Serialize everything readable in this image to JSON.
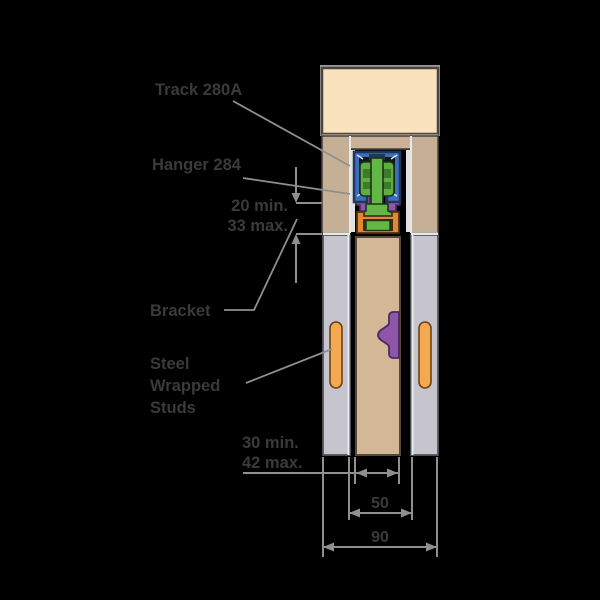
{
  "diagram": {
    "type": "pocket-door track cross-section",
    "labels": {
      "track": "Track 280A",
      "hanger": "Hanger 284",
      "clearance_min": "20 min.",
      "clearance_max": "33 max.",
      "bracket": "Bracket",
      "studs_line1": "Steel",
      "studs_line2": "Wrapped",
      "studs_line3": "Studs",
      "door_min": "30 min.",
      "door_max": "42 max.",
      "pocket_width": "50",
      "wall_width": "90"
    },
    "colors": {
      "background": "#000000",
      "header_fill": "#fae2bd",
      "wood_fill": "#c6b095",
      "door_fill": "#d3b797",
      "steel_fill": "#c6c5cd",
      "track_blue": "#3a6ec1",
      "track_navy": "#203757",
      "roller_green": "#5cae41",
      "stem_green": "#63b747",
      "bracket_orange": "#e2892f",
      "slot_orange": "#f4a950",
      "handle_purple": "#8e55a9",
      "line_gray": "#8f8f8f",
      "text_color": "#3a3a3a"
    }
  }
}
